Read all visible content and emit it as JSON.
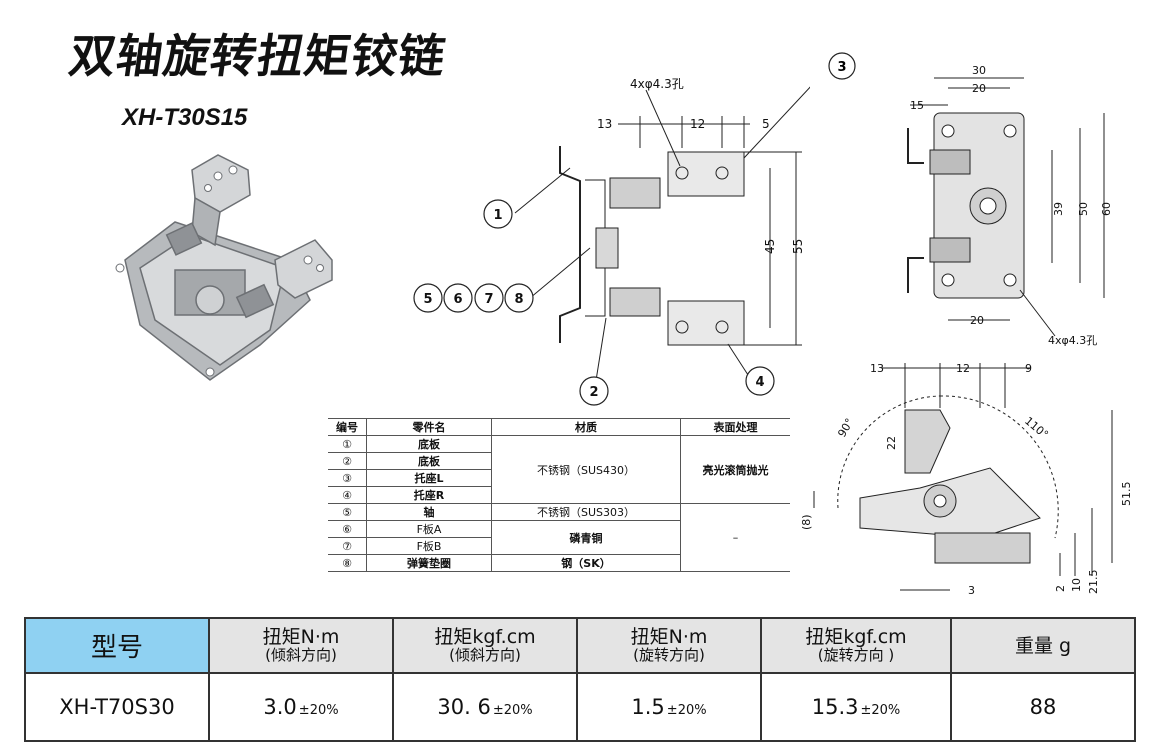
{
  "title": "双轴旋转扭矩铰链",
  "model": "XH-T30S15",
  "front_view": {
    "hole_note": "4xφ4.3孔",
    "dims": {
      "d13": "13",
      "d12": "12",
      "d5": "5",
      "d45": "45",
      "d55": "55"
    },
    "callouts": {
      "c1": "1",
      "c2": "2",
      "c3": "3",
      "c4": "4",
      "c5": "5",
      "c6": "6",
      "c7": "7",
      "c8": "8"
    }
  },
  "side_view": {
    "hole_note": "4xφ4.3孔",
    "dims": {
      "d30": "30",
      "d20": "20",
      "d15": "15",
      "d39": "39",
      "d50": "50",
      "d60": "60",
      "d20b": "20"
    }
  },
  "rotation_view": {
    "dims": {
      "d13": "13",
      "d12": "12",
      "d9": "9",
      "d22": "22",
      "d90": "90°",
      "d110": "110°",
      "d8": "(8)",
      "d3": "3",
      "d2": "2",
      "d10": "10",
      "d215": "21.5",
      "d515": "51.5"
    }
  },
  "parts_table": {
    "headers": {
      "no": "编号",
      "name": "零件名",
      "material": "材质",
      "finish": "表面处理"
    },
    "rows": [
      {
        "no": "①",
        "name": "底板"
      },
      {
        "no": "②",
        "name": "底板"
      },
      {
        "no": "③",
        "name": "托座L"
      },
      {
        "no": "④",
        "name": "托座R"
      },
      {
        "no": "⑤",
        "name": "轴"
      },
      {
        "no": "⑥",
        "name": "F板A"
      },
      {
        "no": "⑦",
        "name": "F板B"
      },
      {
        "no": "⑧",
        "name": "弹簧垫圈"
      }
    ],
    "material_1_4": "不锈钢（SUS430）",
    "material_5": "不锈钢（SUS303）",
    "material_6_7": "磷青铜",
    "material_8": "钢（SK）",
    "finish_1_4": "亮光滚筒抛光",
    "finish_5_8": "–"
  },
  "spec_table": {
    "headers": {
      "model": "型号",
      "t1_main": "扭矩N·m",
      "t1_sub": "(倾斜方向)",
      "t2_main": "扭矩kgf.cm",
      "t2_sub": "(倾斜方向)",
      "t3_main": "扭矩N·m",
      "t3_sub": "(旋转方向)",
      "t4_main": "扭矩kgf.cm",
      "t4_sub": "(旋转方向 )",
      "weight": "重量 g"
    },
    "row": {
      "model": "XH-T70S30",
      "t1": "3.0",
      "t1_tol": "±20%",
      "t2": "30. 6",
      "t2_tol": "±20%",
      "t3": "1.5",
      "t3_tol": "±20%",
      "t4": "15.3",
      "t4_tol": "±20%",
      "weight": "88"
    }
  }
}
